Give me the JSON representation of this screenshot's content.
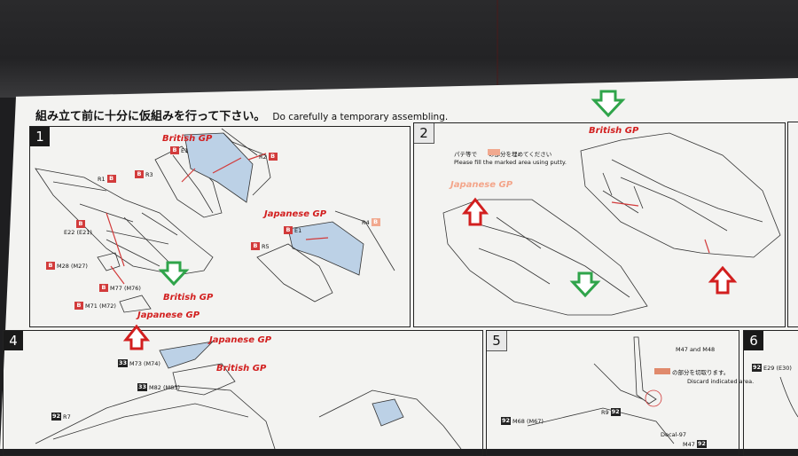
{
  "header": {
    "title_jp": "組み立て前に十分に仮組みを行って下さい。",
    "title_en": "Do carefully a temporary assembling."
  },
  "steps": {
    "s1": "1",
    "s2": "2",
    "s4": "4",
    "s5": "5",
    "s6": "6"
  },
  "labels": {
    "british_gp": "British GP",
    "japanese_gp": "Japanese GP",
    "british_gp_top": "British GP"
  },
  "step1_parts": {
    "b": "B",
    "e1": "E1",
    "r3": "R3",
    "r2": "R2",
    "r4": "R4",
    "r5": "R5",
    "r1": "R1",
    "e22": "E22 (E21)",
    "m28": "M28 (M27)",
    "m77": "M77 (M76)",
    "m71": "M71 (M72)"
  },
  "step2_text": {
    "jp": "パテ等で　　の部分を埋めてください",
    "en": "Please fill the marked area using putty."
  },
  "step4_parts": {
    "n33": "33",
    "m73": "M73 (M74)",
    "m82": "M82 (M83)",
    "n92": "92",
    "r7": "R7"
  },
  "step5_parts": {
    "m47m48": "M47 and M48",
    "cut_jp": "の部分を切取ります。",
    "cut_en": "Discard indicated area.",
    "r9": "R9",
    "n92": "92",
    "m68": "M68 (M67)",
    "decal": "Decal-97",
    "m47": "M47"
  },
  "step6_parts": {
    "n92": "92",
    "e29": "E29 (E30)"
  }
}
